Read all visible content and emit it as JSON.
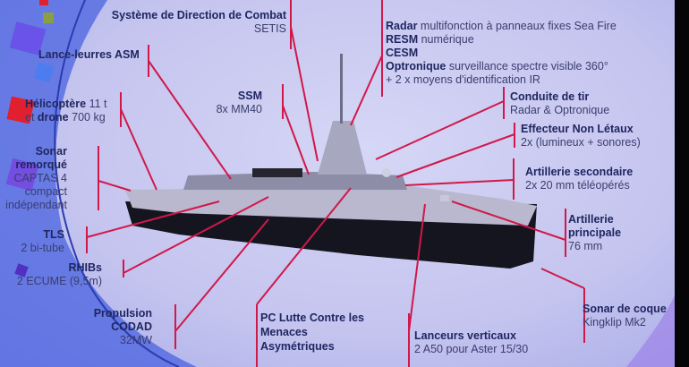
{
  "labels": {
    "setis": {
      "title": "Système de Direction de Combat",
      "sub": "SETIS"
    },
    "asm": {
      "title": "Lance-leurres ASM"
    },
    "helo": {
      "title1": "Hélicoptère",
      "val1": " 11 t",
      "pre2": "et ",
      "title2": "drone",
      "val2": " 700 kg"
    },
    "sonar_tow": {
      "title1": "Sonar",
      "title2": "remorqué",
      "sub1": "CAPTAS 4",
      "sub2": "compact",
      "sub3": "indépendant"
    },
    "ssm": {
      "title": "SSM",
      "sub": "8x MM40"
    },
    "radar": {
      "l1b": "Radar",
      "l1": " multifonction à panneaux fixes Sea Fire",
      "l2b": "RESM",
      "l2": " numérique",
      "l3b": "CESM",
      "l4b": "Optronique",
      "l4": " surveillance spectre visible 360°",
      "l5": "+ 2 x moyens d'identification IR"
    },
    "fire_control": {
      "title": "Conduite de tir",
      "sub": "Radar & Optronique"
    },
    "non_lethal": {
      "title": "Effecteur Non Létaux",
      "sub": "2x (lumineux + sonores)"
    },
    "secondary_art": {
      "title": "Artillerie secondaire",
      "sub": "2x 20 mm téléopérés"
    },
    "main_art": {
      "title1": "Artillerie",
      "title2": "principale",
      "sub": "76 mm"
    },
    "hull_sonar": {
      "title": "Sonar de coque",
      "sub": "Kingklip Mk2"
    },
    "vls": {
      "title": "Lanceurs verticaux",
      "sub": "2 A50 pour Aster 15/30"
    },
    "pc": {
      "t1": "PC Lutte Contre les",
      "t2": "Menaces",
      "t3": "Asymétriques"
    },
    "propulsion": {
      "t1": "Propulsion",
      "t2": "CODAD",
      "sub": "32MW"
    },
    "rhib": {
      "title": "RHIBs",
      "sub": "2 ECUME (9,5m)"
    },
    "tls": {
      "title": "TLS",
      "sub": "2 bi-tube"
    }
  },
  "colors": {
    "callout": "#d0184a",
    "text": "#1f2660",
    "background": "#c8c8f0"
  }
}
